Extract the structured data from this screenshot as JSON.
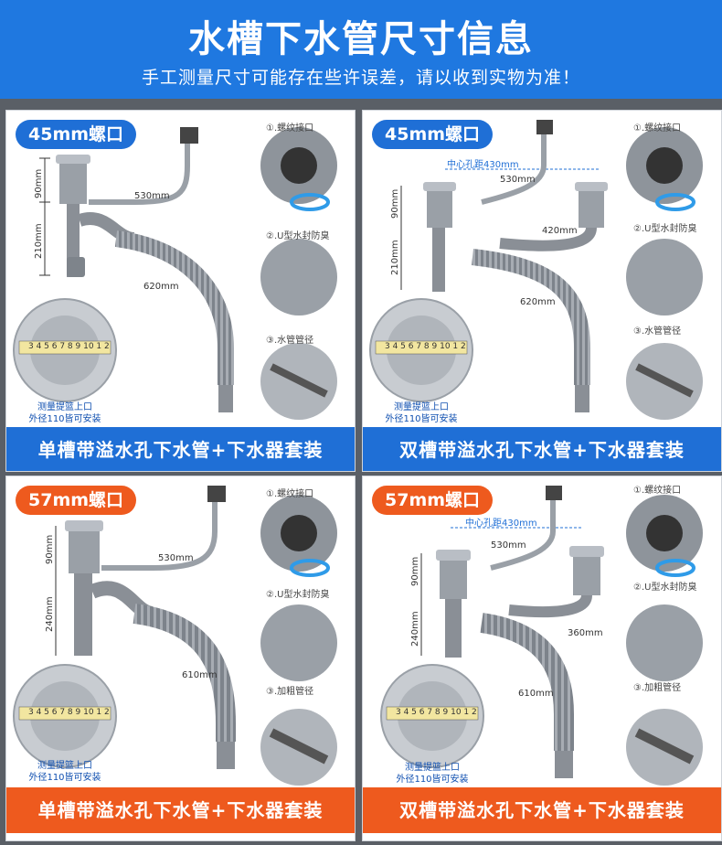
{
  "header": {
    "title": "水槽下水管尺寸信息",
    "subtitle": "手工测量尺寸可能存在些许误差，请以收到实物为准！"
  },
  "panels": [
    {
      "badge": "45mm螺口",
      "caption": "单槽带溢水孔下水管+下水器套装",
      "dims": {
        "a": "90mm",
        "b": "210mm",
        "c": "530mm",
        "d": "620mm"
      },
      "features": [
        "①.螺纹接口",
        "②.U型水封防臭",
        "③.水管管径"
      ],
      "note_line1": "测量提篮上口",
      "note_line2": "外径110皆可安装",
      "ruler_digits": "3 4 5 6 7 8 9 10 1 2"
    },
    {
      "badge": "45mm螺口",
      "caption": "双槽带溢水孔下水管+下水器套装",
      "dims": {
        "center": "中心孔距430mm",
        "a": "90mm",
        "b": "210mm",
        "c": "530mm",
        "d": "420mm",
        "e": "620mm"
      },
      "features": [
        "①.螺纹接口",
        "②.U型水封防臭",
        "③.水管管径"
      ],
      "note_line1": "测量提篮上口",
      "note_line2": "外径110皆可安装",
      "ruler_digits": "3 4 5 6 7 8 9 10 1 2"
    },
    {
      "badge": "57mm螺口",
      "caption": "单槽带溢水孔下水管+下水器套装",
      "dims": {
        "a": "90mm",
        "b": "240mm",
        "c": "530mm",
        "d": "610mm"
      },
      "features": [
        "①.螺纹接口",
        "②.U型水封防臭",
        "③.加粗管径"
      ],
      "note_line1": "测量提篮上口",
      "note_line2": "外径110皆可安装",
      "ruler_digits": "3 4 5 6 7 8 9 10 1 2"
    },
    {
      "badge": "57mm螺口",
      "caption": "双槽带溢水孔下水管+下水器套装",
      "dims": {
        "center": "中心孔距430mm",
        "a": "90mm",
        "b": "240mm",
        "c": "530mm",
        "d": "360mm",
        "e": "610mm"
      },
      "features": [
        "①.螺纹接口",
        "②.U型水封防臭",
        "③.加粗管径"
      ],
      "note_line1": "测量提篮上口",
      "note_line2": "外径110皆可安装",
      "ruler_digits": "3 4 5 6 7 8 9 10 1 2"
    }
  ],
  "colors": {
    "header_blue": "#1f78e0",
    "caption_blue": "#1f6fd6",
    "caption_orange": "#ee5a1e",
    "pipe_gray": "#8a8f96",
    "background_gray": "#5a5f66"
  }
}
